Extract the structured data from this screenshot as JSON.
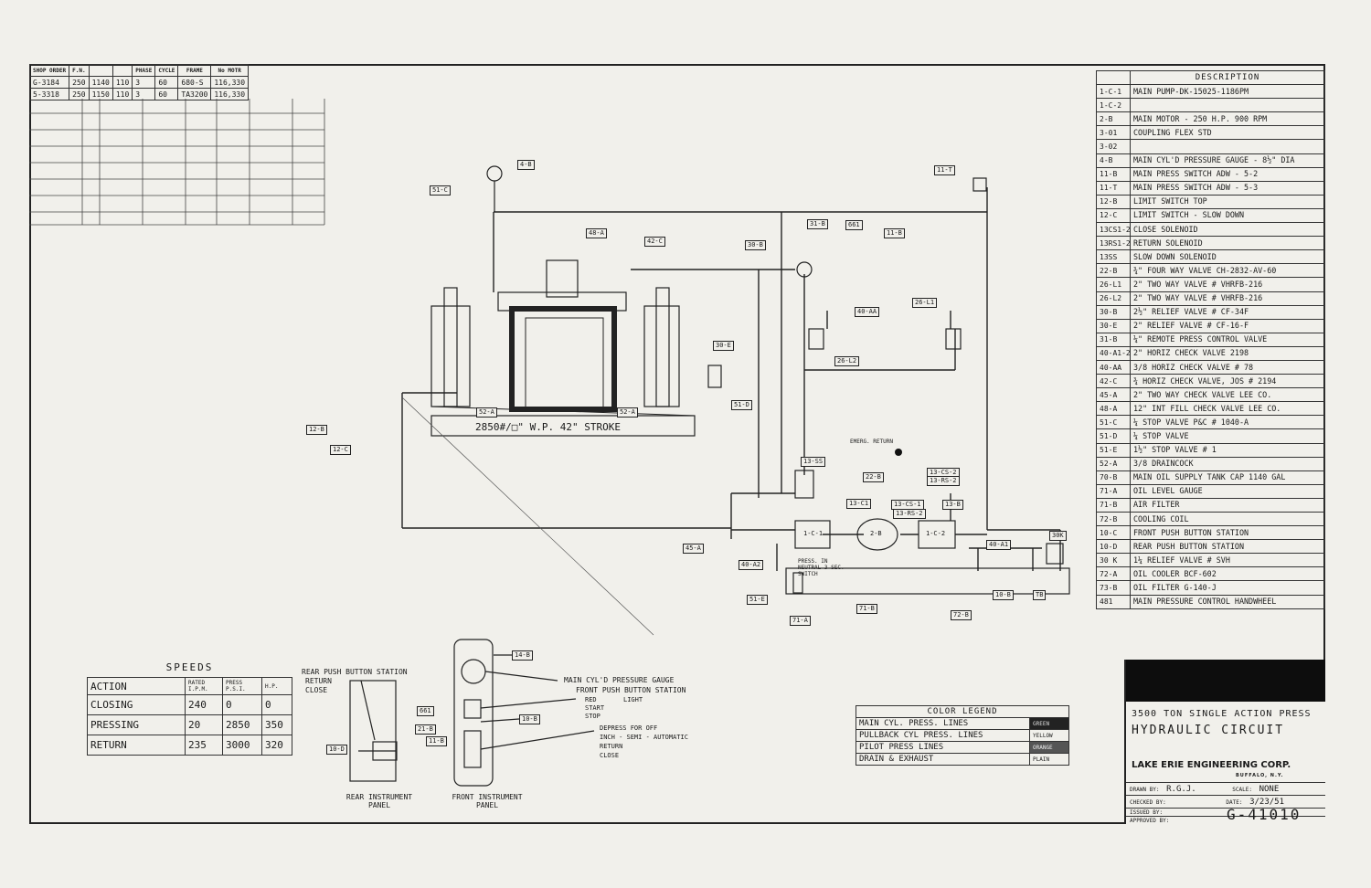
{
  "shop_table": {
    "headers": [
      "SHOP ORDER",
      "F.N.",
      "",
      "",
      "PHASE",
      "CYCLE",
      "FRAME",
      "No MOTR"
    ],
    "rows": [
      [
        "G-3184",
        "250",
        "1140",
        "110",
        "3",
        "60",
        "680-S",
        "116,330"
      ],
      [
        "5-3318",
        "250",
        "1150",
        "110",
        "3",
        "60",
        "TA3200",
        "116,330"
      ]
    ]
  },
  "description": {
    "header": "DESCRIPTION",
    "rows": [
      {
        "no": "1-C-1",
        "text": "MAIN PUMP-DK-15025-1186PM"
      },
      {
        "no": "1-C-2",
        "text": ""
      },
      {
        "no": "2-B",
        "text": "MAIN MOTOR - 250 H.P. 900 RPM"
      },
      {
        "no": "3-01",
        "text": "COUPLING  FLEX  STD"
      },
      {
        "no": "3-02",
        "text": ""
      },
      {
        "no": "4-B",
        "text": "MAIN CYL'D PRESSURE GAUGE - 8½\" DIA"
      },
      {
        "no": "11-B",
        "text": "MAIN PRESS SWITCH  ADW - 5-2"
      },
      {
        "no": "11-T",
        "text": "MAIN PRESS SWITCH  ADW - 5-3"
      },
      {
        "no": "12-B",
        "text": "LIMIT  SWITCH  TOP"
      },
      {
        "no": "12-C",
        "text": "LIMIT  SWITCH - SLOW DOWN"
      },
      {
        "no": "13CS1-2",
        "text": "CLOSE  SOLENOID"
      },
      {
        "no": "13RS1-2",
        "text": "RETURN  SOLENOID"
      },
      {
        "no": "13SS",
        "text": "SLOW  DOWN  SOLENOID"
      },
      {
        "no": "22-B",
        "text": "¾\" FOUR WAY VALVE CH-2832-AV-60"
      },
      {
        "no": "26-L1",
        "text": "2\" TWO WAY VALVE # VHRFB-216"
      },
      {
        "no": "26-L2",
        "text": "2\" TWO WAY VALVE # VHRFB-216"
      },
      {
        "no": "30-B",
        "text": "2½\" RELIEF VALVE # CF-34F"
      },
      {
        "no": "30-E",
        "text": "2\" RELIEF VALVE # CF-16-F"
      },
      {
        "no": "31-B",
        "text": "¼\" REMOTE PRESS CONTROL VALVE"
      },
      {
        "no": "40-A1-2",
        "text": "2\"  HORIZ  CHECK VALVE  2198"
      },
      {
        "no": "40-AA",
        "text": "3/8  HORIZ  CHECK VALVE  # 78"
      },
      {
        "no": "42-C",
        "text": "¾ HORIZ  CHECK VALVE, JOS # 2194"
      },
      {
        "no": "45-A",
        "text": "2\"  TWO  WAY  CHECK VALVE  LEE CO."
      },
      {
        "no": "48-A",
        "text": "12\" INT FILL CHECK VALVE  LEE CO."
      },
      {
        "no": "51-C",
        "text": "¼  STOP VALVE  P&C # 1040-A"
      },
      {
        "no": "51-D",
        "text": "¼  STOP VALVE"
      },
      {
        "no": "51-E",
        "text": "1½\"  STOP VALVE # 1"
      },
      {
        "no": "52-A",
        "text": "3/8  DRAINCOCK"
      },
      {
        "no": "70-B",
        "text": "MAIN OIL SUPPLY TANK CAP 1140 GAL"
      },
      {
        "no": "71-A",
        "text": "OIL  LEVEL  GAUGE"
      },
      {
        "no": "71-B",
        "text": "AIR  FILTER"
      },
      {
        "no": "72-B",
        "text": "COOLING  COIL"
      },
      {
        "no": "10-C",
        "text": "FRONT PUSH BUTTON  STATION"
      },
      {
        "no": "10-D",
        "text": "REAR PUSH BUTTON  STATION"
      },
      {
        "no": "30 K",
        "text": "1¼ RELIEF VALVE # SVH"
      },
      {
        "no": "72-A",
        "text": "OIL COOLER BCF-602"
      },
      {
        "no": "73-B",
        "text": "OIL FILTER G-140-J"
      },
      {
        "no": "481",
        "text": "MAIN PRESSURE CONTROL HANDWHEEL"
      }
    ]
  },
  "speeds": {
    "title": "SPEEDS",
    "headers": [
      "ACTION",
      "RATED I.P.M.",
      "PRESS P.S.I.",
      "H.P."
    ],
    "rows": [
      [
        "CLOSING",
        "240",
        "0",
        "0"
      ],
      [
        "PRESSING",
        "20",
        "2850",
        "350"
      ],
      [
        "RETURN",
        "235",
        "3000",
        "320"
      ]
    ]
  },
  "legend": {
    "title": "COLOR  LEGEND",
    "rows": [
      {
        "text": "MAIN CYL. PRESS. LINES",
        "swatch": "GREEN"
      },
      {
        "text": "PULLBACK CYL PRESS. LINES",
        "swatch": "YELLOW"
      },
      {
        "text": "PILOT  PRESS  LINES",
        "swatch": "ORANGE"
      },
      {
        "text": "DRAIN & EXHAUST",
        "swatch": "PLAIN"
      }
    ]
  },
  "title_block": {
    "line1": "3500 TON SINGLE ACTION PRESS",
    "line2": "HYDRAULIC  CIRCUIT",
    "company": "LAKE ERIE ENGINEERING CORP.",
    "city": "BUFFALO, N.Y.",
    "drawn_by_label": "DRAWN BY:",
    "drawn_by": "R.G.J.",
    "scale_label": "SCALE:",
    "scale": "NONE",
    "checked_label": "CHECKED BY:",
    "date_label": "DATE:",
    "date": "3/23/51",
    "issued_label": "ISSUED BY:",
    "approved_label": "APPROVED BY:",
    "drawing_no": "G-41010"
  },
  "diagram": {
    "press_rating": "2850#/□\" W.P.     42\" STROKE",
    "panel_rear_title": "REAR INSTRUMENT PANEL",
    "panel_front_title": "FRONT INSTRUMENT PANEL",
    "rear_station": "REAR PUSH BUTTON STATION",
    "rear_return": "RETURN",
    "rear_close": "CLOSE",
    "gauge_note": "MAIN CYL'D  PRESSURE GAUGE",
    "front_station": "FRONT  PUSH BUTTON STATION",
    "red": "RED",
    "light": "LIGHT",
    "start": "START",
    "stop": "STOP",
    "depress": "DEPRESS FOR OFF",
    "inch": "INCH - SEMI - AUTOMATIC",
    "return": "RETURN",
    "close": "CLOSE",
    "neutral_note": "PRESS. IN NEUTRAL 3 SEC. SWITCH",
    "emergency": "EMERG. RETURN",
    "tags": [
      "4-B",
      "51-C",
      "48-A",
      "42-C",
      "11-T",
      "31-B",
      "661",
      "11-B",
      "30-B",
      "40-AA",
      "26-L1",
      "26-L2",
      "30-E",
      "51-D",
      "52-A",
      "52-A",
      "12-B",
      "12-C",
      "13-SS",
      "22-B",
      "13-C1",
      "13-CS-1",
      "13-RS-2",
      "13-CS-2",
      "13-RS-2",
      "13-B",
      "40-A1",
      "30K",
      "45-A",
      "40-A2",
      "51-E",
      "71-A",
      "71-B",
      "10-B",
      "72-B",
      "14-B",
      "661",
      "21-B",
      "11-B",
      "10-B",
      "10-D",
      "1-C-1",
      "2-B",
      "1-C-2",
      "TB"
    ]
  }
}
